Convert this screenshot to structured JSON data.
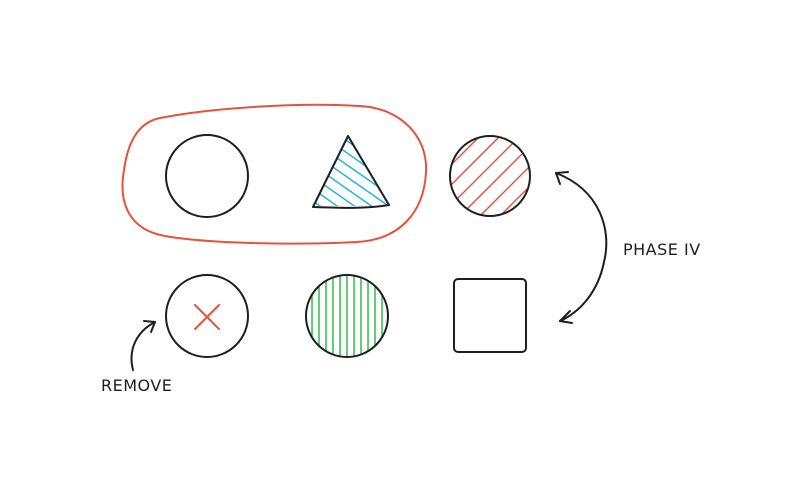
{
  "labels": {
    "phase": "PHASE IV",
    "remove": "REMOVE"
  },
  "colors": {
    "ink": "#1e1e1e",
    "group_outline": "#e8523a",
    "triangle_hatch": "#22b8e0",
    "circle_hatch_red": "#e8523a",
    "circle_hatch_green": "#2fbf4a",
    "x_mark": "#e8523a"
  },
  "shapes": [
    {
      "name": "plain-circle",
      "kind": "circle",
      "fill": "none"
    },
    {
      "name": "hatched-triangle",
      "kind": "triangle",
      "fill": "hatch-blue"
    },
    {
      "name": "red-hatched-circle",
      "kind": "circle",
      "fill": "hatch-red"
    },
    {
      "name": "x-circle",
      "kind": "circle",
      "mark": "x"
    },
    {
      "name": "green-striped-circle",
      "kind": "circle",
      "fill": "stripes-green"
    },
    {
      "name": "square",
      "kind": "rounded-square",
      "fill": "none"
    }
  ]
}
